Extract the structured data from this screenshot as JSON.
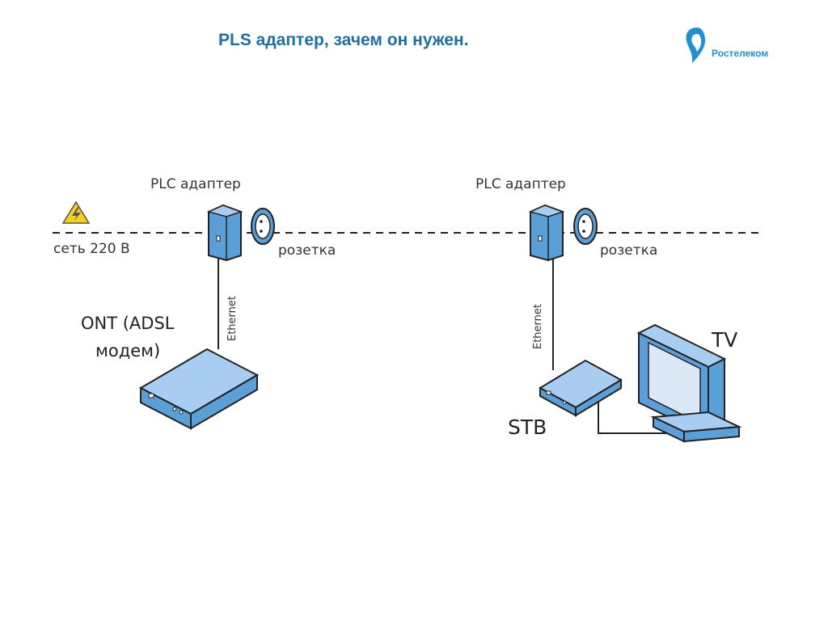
{
  "title": "PLS адаптер, зачем он нужен.",
  "logo": {
    "text": "Ростелеком",
    "icon": "rostelecom-logo-icon",
    "color": "#1f8fd0"
  },
  "diagram": {
    "warning_icon": "high-voltage-warning-icon",
    "network_label": "сеть 220 В",
    "left": {
      "adapter_label": "PLC адаптер",
      "outlet_label": "розетка",
      "cable_label": "Ethernet",
      "device_label_line1": "ONT (ADSL",
      "device_label_line2": "модем)"
    },
    "right": {
      "adapter_label": "PLC адаптер",
      "outlet_label": "розетка",
      "cable_label": "Ethernet",
      "stb_label": "STB",
      "tv_label": "TV"
    },
    "colors": {
      "device_blue": "#5b9fd8",
      "device_light": "#a9cdf0",
      "line": "#222222",
      "title": "#1f6f9f"
    }
  }
}
